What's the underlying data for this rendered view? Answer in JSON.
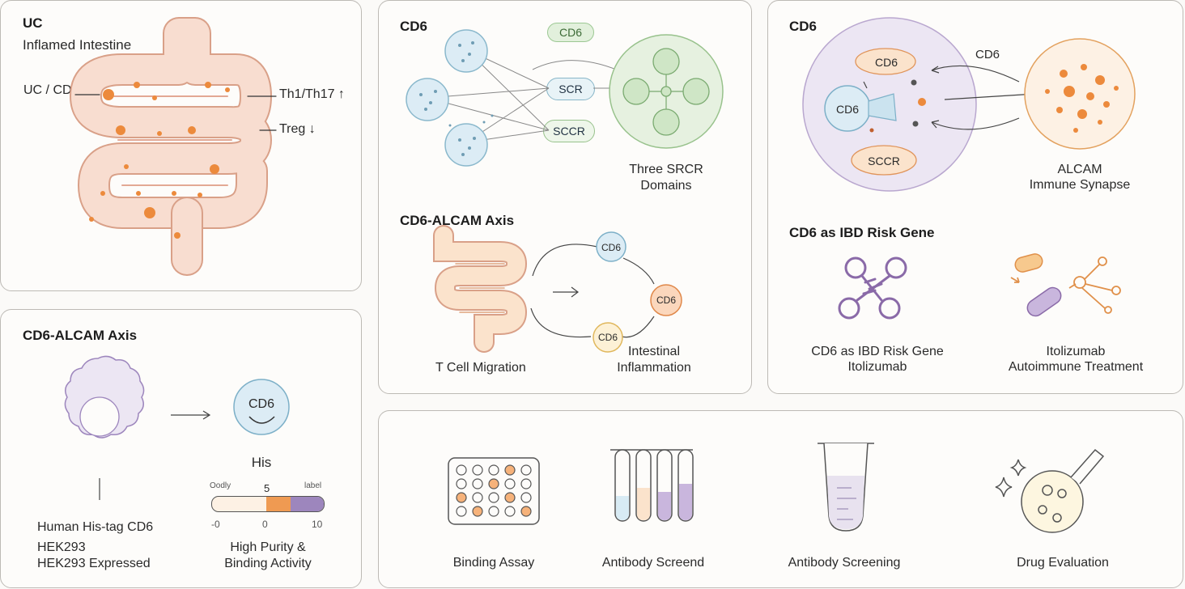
{
  "panel_uc": {
    "title": "UC",
    "subtitle": "Inflamed Intestine",
    "label_ucd": "UC / CD",
    "label_th": "Th1/Th17 ↑",
    "label_treg": "Treg ↓"
  },
  "panel_structure": {
    "title": "CD6",
    "pill_top": "CD6",
    "pill_scr1": "SCR",
    "pill_scr2": "SCCR",
    "domains_label_1": "Three SRCR",
    "domains_label_2": "Domains"
  },
  "panel_axis_mid": {
    "title": "CD6-ALCAM Axis",
    "node1": "CD6",
    "node2": "CD6",
    "node3": "CD6",
    "label_migration": "T Cell Migration",
    "label_inflam_1": "Intestinal",
    "label_inflam_2": "Inflammation"
  },
  "panel_synapse": {
    "title": "CD6",
    "pill_cd6_top": "CD6",
    "pill_cd6_left": "CD6",
    "pill_sccr": "SCCR",
    "arrow_label": "CD6",
    "alcam_1": "ALCAM",
    "alcam_2": "Immune Synapse"
  },
  "panel_risk": {
    "title": "CD6 as IBD Risk Gene",
    "left_1": "CD6 as IBD Risk Gene",
    "left_2": "Itolizumab",
    "right_1": "Itolizumab",
    "right_2": "Autoimmune Treatment"
  },
  "panel_product": {
    "title": "CD6-ALCAM Axis",
    "cd6_label": "CD6",
    "his_label": "His",
    "desc_1": "Human His-tag CD6",
    "desc_2": "HEK293",
    "desc_3": "HEK293 Expressed",
    "bar_left_label": "Oodly",
    "bar_mid_label": "5",
    "bar_right_label": "label",
    "tick_0": "-0",
    "tick_1": "0",
    "tick_2": "10",
    "purity_1": "High Purity &",
    "purity_2": "Binding Activity",
    "bar_fill_fraction": 0.5
  },
  "panel_apps": {
    "items": [
      {
        "label": "Binding Assay",
        "icon": "well-plate-icon"
      },
      {
        "label": "Antibody Screend",
        "icon": "test-tubes-icon"
      },
      {
        "label": "Antibody Screening",
        "icon": "beaker-icon"
      },
      {
        "label": "Drug Evaluation",
        "icon": "flask-icon"
      }
    ]
  },
  "colors": {
    "intestine_fill": "#f8ddd0",
    "intestine_stroke": "#d9a088",
    "inflam": "#ec8a3c",
    "blue": "#d8ebf4",
    "green": "#e2f0dc",
    "purple": "#ebe4f2",
    "orange": "#fbe3cc"
  }
}
